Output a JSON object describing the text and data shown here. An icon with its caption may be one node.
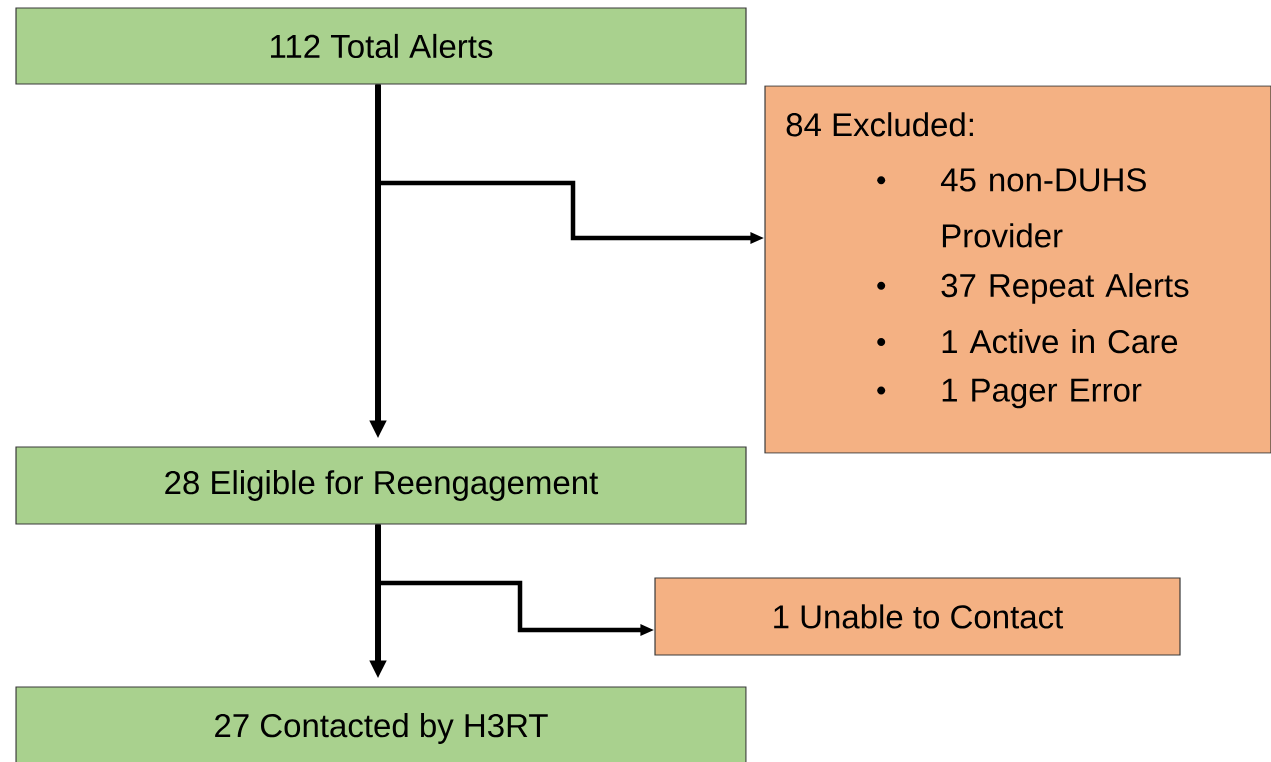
{
  "diagram": {
    "nodes": [
      {
        "text": [
          "112 Total Alerts"
        ]
      },
      {
        "text": [
          "84 Excluded:",
          "45 non-DUHS Provider",
          "37 Repeat Alerts",
          "1 Active in Care",
          "1 Pager Error"
        ]
      },
      {
        "text": [
          "28 Eligible for Reengagement"
        ]
      },
      {
        "text": [
          "1 Unable to Contact"
        ]
      },
      {
        "text": [
          "27 Contacted by H3RT"
        ]
      }
    ],
    "edges": [
      {
        "from": 0,
        "to": 2,
        "arrow": "to"
      },
      {
        "from": 0,
        "to": 1,
        "arrow": "to"
      },
      {
        "from": 2,
        "to": 4,
        "arrow": "to"
      },
      {
        "from": 2,
        "to": 3,
        "arrow": "to"
      }
    ]
  }
}
